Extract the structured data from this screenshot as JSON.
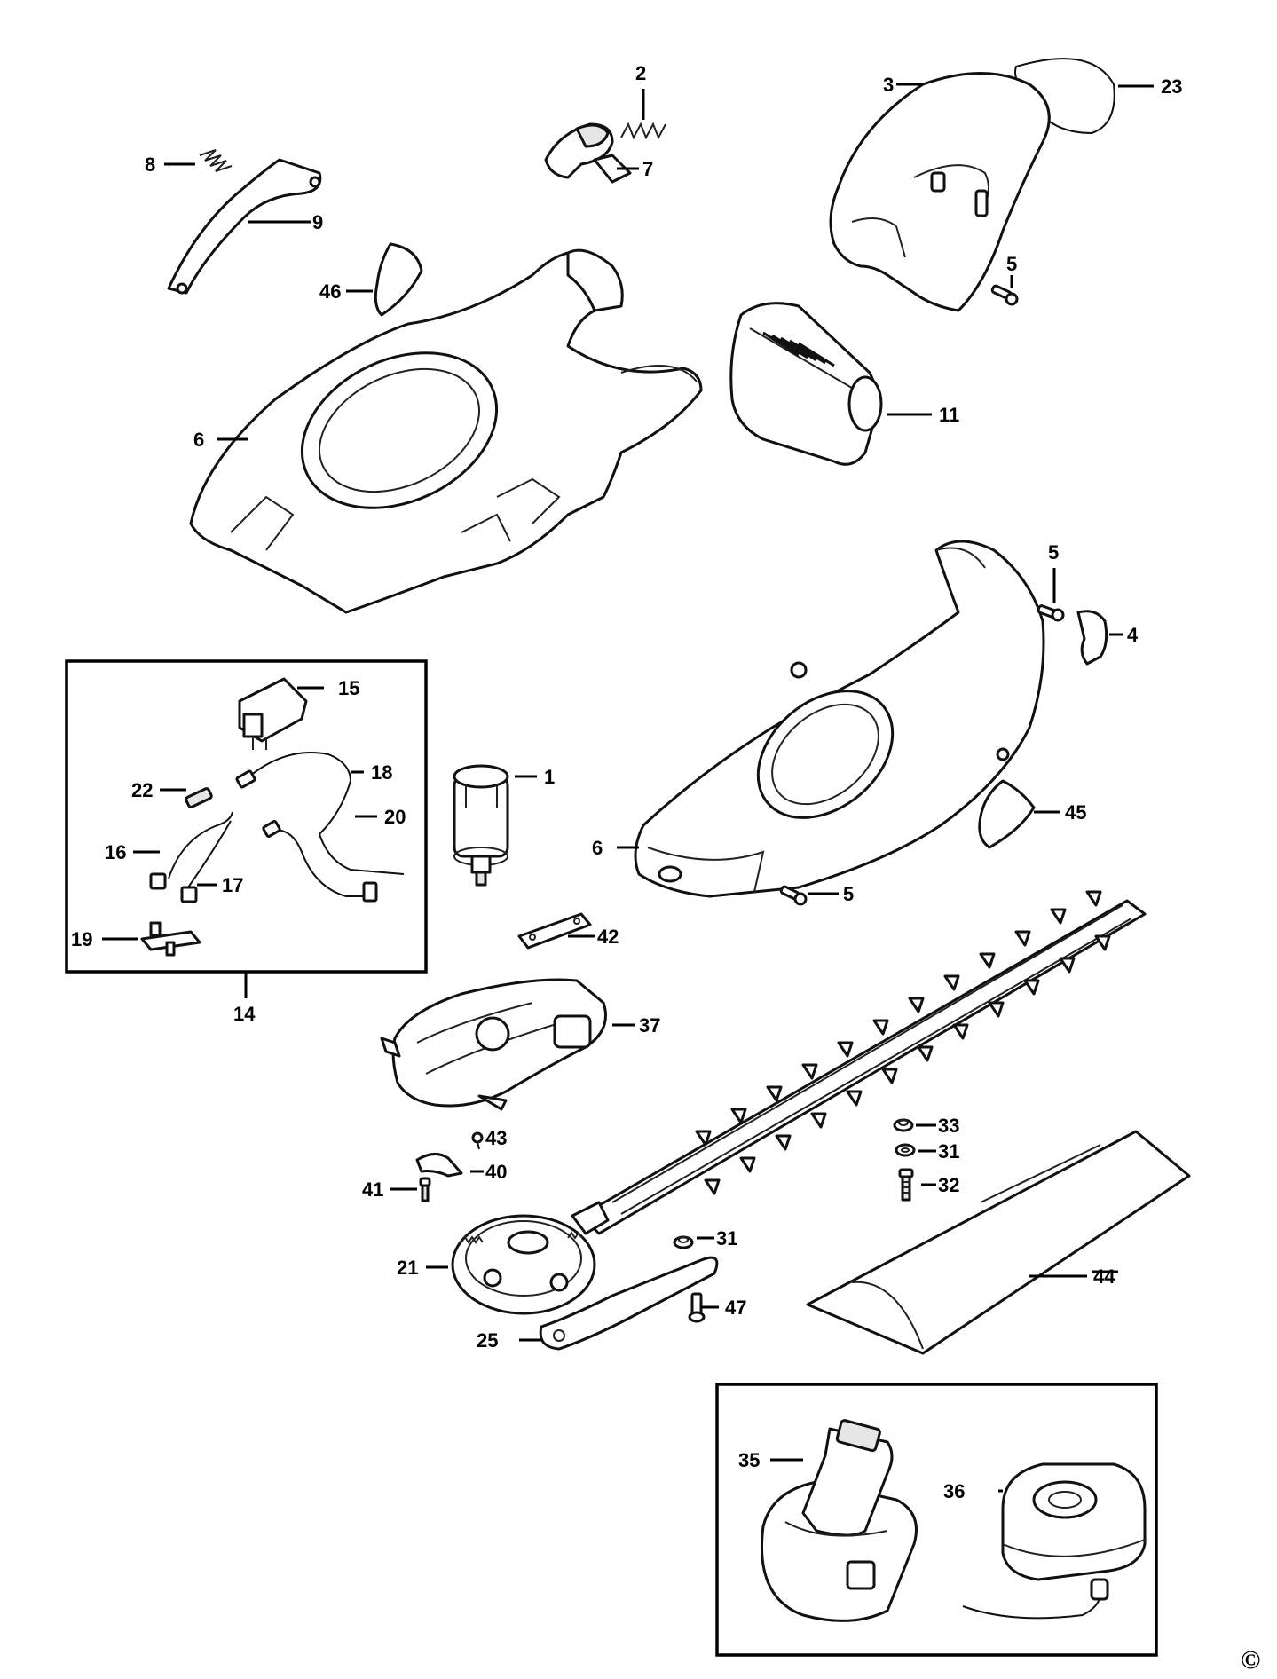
{
  "callouts": [
    {
      "id": "c1",
      "text": "1"
    },
    {
      "id": "c2",
      "text": "2"
    },
    {
      "id": "c3",
      "text": "3"
    },
    {
      "id": "c4",
      "text": "4"
    },
    {
      "id": "c5a",
      "text": "5"
    },
    {
      "id": "c5b",
      "text": "5"
    },
    {
      "id": "c5c",
      "text": "5"
    },
    {
      "id": "c6a",
      "text": "6"
    },
    {
      "id": "c6b",
      "text": "6"
    },
    {
      "id": "c7",
      "text": "7"
    },
    {
      "id": "c8",
      "text": "8"
    },
    {
      "id": "c9",
      "text": "9"
    },
    {
      "id": "c11",
      "text": "11"
    },
    {
      "id": "c14",
      "text": "14"
    },
    {
      "id": "c15",
      "text": "15"
    },
    {
      "id": "c16",
      "text": "16"
    },
    {
      "id": "c17",
      "text": "17"
    },
    {
      "id": "c18",
      "text": "18"
    },
    {
      "id": "c19",
      "text": "19"
    },
    {
      "id": "c20",
      "text": "20"
    },
    {
      "id": "c21",
      "text": "21"
    },
    {
      "id": "c22",
      "text": "22"
    },
    {
      "id": "c23",
      "text": "23"
    },
    {
      "id": "c25",
      "text": "25"
    },
    {
      "id": "c31a",
      "text": "31"
    },
    {
      "id": "c31b",
      "text": "31"
    },
    {
      "id": "c32",
      "text": "32"
    },
    {
      "id": "c33",
      "text": "33"
    },
    {
      "id": "c35",
      "text": "35"
    },
    {
      "id": "c36",
      "text": "36"
    },
    {
      "id": "c37",
      "text": "37"
    },
    {
      "id": "c40",
      "text": "40"
    },
    {
      "id": "c41",
      "text": "41"
    },
    {
      "id": "c42",
      "text": "42"
    },
    {
      "id": "c43",
      "text": "43"
    },
    {
      "id": "c44",
      "text": "44"
    },
    {
      "id": "c45",
      "text": "45"
    },
    {
      "id": "c46",
      "text": "46"
    },
    {
      "id": "c47",
      "text": "47"
    }
  ],
  "copyright_symbol": "©"
}
